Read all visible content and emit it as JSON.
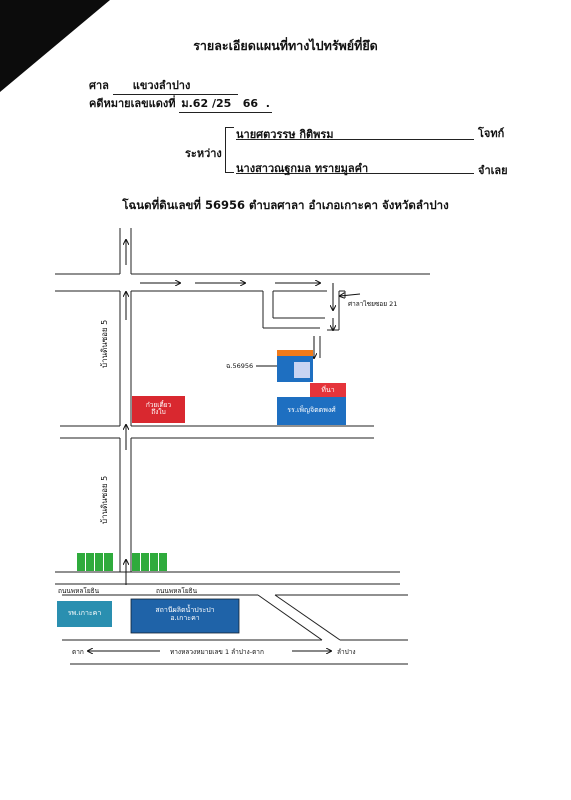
{
  "header": {
    "title": "รายละเอียดแผนที่ทางไปทรัพย์ที่ยึด",
    "court_label": "ศาล",
    "court_value": "แขวงลำปาง",
    "case_label": "คดีหมายเลขแดงที่",
    "case_prefix": "ม.62",
    "case_slash1": "/25",
    "case_year": "66",
    "case_end": "."
  },
  "parties": {
    "between_label": "ระหว่าง",
    "plaintiff_name": "นายศตวรรษ  กิติพรม",
    "plaintiff_role": "โจทก์",
    "defendant_name": "นางสาวณฐกมล  ทรายมูลคำ",
    "defendant_role": "จำเลย"
  },
  "deed": {
    "text": "โฉนดที่ดินเลขที่ 56956 ตำบลศาลา อำเภอเกาะคา จังหวัดลำปาง"
  },
  "map": {
    "soi21_label": "ศาลาไชยซอย 21",
    "parcel_label": "ฉ.56956",
    "field_label": "ที่นา",
    "school_label": "รร.เพ็ญจิตตพงศ์",
    "shop_label": "ก๋วยเตี๋ยว\nถึงใบ",
    "soi5_upper": "บ้านดินซอย 5",
    "soi5_lower": "บ้านดินซอย 5",
    "road_left": "ถนนพหลโยธิน",
    "road_right": "ถนนพหลโยธิน",
    "hospital_label": "รพ.เกาะคา",
    "station_label": "สถานีผลิตน้ำประปา\nอ.เกาะคา",
    "highway_left": "ตาก",
    "highway_center": "ทางหลวงหมายเลข 1 ลำปาง-ตาก",
    "highway_right": "ลำปาง",
    "colors": {
      "blue": "#1e6fc1",
      "orange": "#f07a1a",
      "red": "#e5343b",
      "green": "#2fab3c",
      "teal": "#2a8fb0",
      "navy": "#1f63a8"
    }
  }
}
